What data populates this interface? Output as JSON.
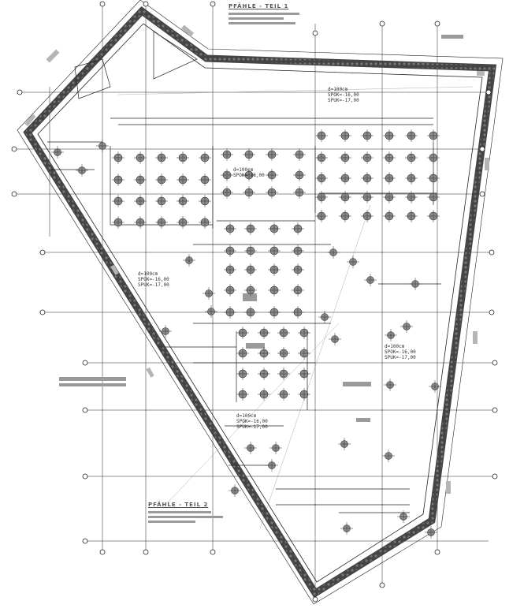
{
  "drawing": {
    "title_part_1": "PFÄHLE - TEIL 1",
    "title_part_2": "PFÄHLE - TEIL 2",
    "annotations": [
      {
        "id": "a1",
        "lines": [
          "d=100cm",
          "SPOK=-16,00",
          "SPUK=-17,00"
        ]
      },
      {
        "id": "a2",
        "lines": [
          "d=100cm",
          "SPOK=-16,00"
        ]
      },
      {
        "id": "a3",
        "lines": [
          "d=100cm",
          "SPOK=-16,00",
          "SPUK=-17,00"
        ]
      },
      {
        "id": "a4",
        "lines": [
          "d=100cm",
          "SPOK=-16,00",
          "SPUK=-17,00"
        ]
      },
      {
        "id": "a5",
        "lines": [
          "d=100cm",
          "SPOK=-16,00",
          "SPUK=-17,00"
        ]
      }
    ],
    "colors": {
      "line": "#1a1a1a",
      "wall": "#555555",
      "pile_fill": "#8a8a8a",
      "pile_stroke": "#333333",
      "hatch": "#b5b5b5"
    }
  }
}
